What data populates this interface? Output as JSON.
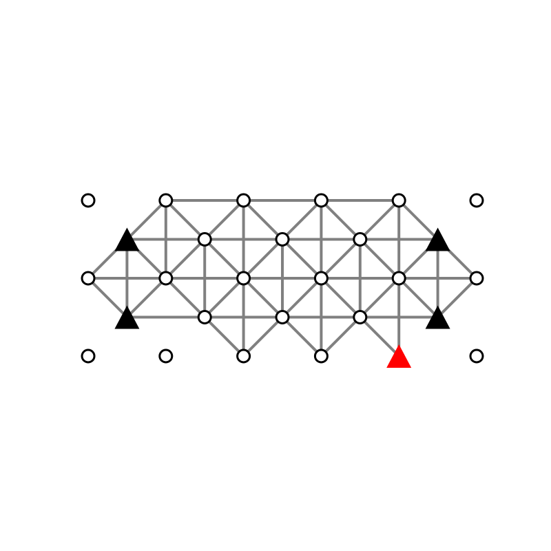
{
  "diagram": {
    "type": "lattice-graph",
    "colors": {
      "edge": "#808080",
      "node_fill": "#ffffff",
      "node_stroke": "#000000",
      "marker": "#000000",
      "highlight_marker": "#ff0000",
      "background": "#ffffff"
    },
    "nodes": [
      {
        "id": "n0",
        "col": 0,
        "row": 0,
        "kind": "circle"
      },
      {
        "id": "n1",
        "col": 2,
        "row": 0,
        "kind": "circle"
      },
      {
        "id": "n2",
        "col": 4,
        "row": 0,
        "kind": "circle"
      },
      {
        "id": "n3",
        "col": 6,
        "row": 0,
        "kind": "circle"
      },
      {
        "id": "n4",
        "col": 8,
        "row": 0,
        "kind": "circle"
      },
      {
        "id": "n5",
        "col": 10,
        "row": 0,
        "kind": "circle"
      },
      {
        "id": "t0",
        "col": 1,
        "row": 1,
        "kind": "triangle"
      },
      {
        "id": "n6",
        "col": 3,
        "row": 1,
        "kind": "circle"
      },
      {
        "id": "n7",
        "col": 5,
        "row": 1,
        "kind": "circle"
      },
      {
        "id": "n8",
        "col": 7,
        "row": 1,
        "kind": "circle"
      },
      {
        "id": "t1",
        "col": 9,
        "row": 1,
        "kind": "triangle"
      },
      {
        "id": "n9",
        "col": 0,
        "row": 2,
        "kind": "circle"
      },
      {
        "id": "n10",
        "col": 2,
        "row": 2,
        "kind": "circle"
      },
      {
        "id": "n11",
        "col": 4,
        "row": 2,
        "kind": "circle"
      },
      {
        "id": "n12",
        "col": 6,
        "row": 2,
        "kind": "circle"
      },
      {
        "id": "n13",
        "col": 8,
        "row": 2,
        "kind": "circle"
      },
      {
        "id": "n14",
        "col": 10,
        "row": 2,
        "kind": "circle"
      },
      {
        "id": "t2",
        "col": 1,
        "row": 3,
        "kind": "triangle"
      },
      {
        "id": "n15",
        "col": 3,
        "row": 3,
        "kind": "circle"
      },
      {
        "id": "n16",
        "col": 5,
        "row": 3,
        "kind": "circle"
      },
      {
        "id": "n17",
        "col": 7,
        "row": 3,
        "kind": "circle"
      },
      {
        "id": "t3",
        "col": 9,
        "row": 3,
        "kind": "triangle"
      },
      {
        "id": "n18",
        "col": 0,
        "row": 4,
        "kind": "circle"
      },
      {
        "id": "n19",
        "col": 2,
        "row": 4,
        "kind": "circle"
      },
      {
        "id": "n20",
        "col": 4,
        "row": 4,
        "kind": "circle"
      },
      {
        "id": "n21",
        "col": 6,
        "row": 4,
        "kind": "circle"
      },
      {
        "id": "t4",
        "col": 8,
        "row": 4,
        "kind": "triangle-highlight"
      },
      {
        "id": "n22",
        "col": 10,
        "row": 4,
        "kind": "circle"
      }
    ],
    "edges": [
      [
        "n1",
        "n2"
      ],
      [
        "n2",
        "n3"
      ],
      [
        "n3",
        "n4"
      ],
      [
        "t0",
        "n6"
      ],
      [
        "n6",
        "n7"
      ],
      [
        "n7",
        "n8"
      ],
      [
        "n8",
        "t1"
      ],
      [
        "n9",
        "n10"
      ],
      [
        "n10",
        "n11"
      ],
      [
        "n11",
        "n12"
      ],
      [
        "n12",
        "n13"
      ],
      [
        "n13",
        "n14"
      ],
      [
        "t2",
        "n15"
      ],
      [
        "n15",
        "n16"
      ],
      [
        "n16",
        "n17"
      ],
      [
        "n17",
        "t3"
      ],
      [
        "n1",
        "n10"
      ],
      [
        "n2",
        "n11"
      ],
      [
        "n3",
        "n12"
      ],
      [
        "n4",
        "n13"
      ],
      [
        "t0",
        "t2"
      ],
      [
        "n6",
        "n15"
      ],
      [
        "n7",
        "n16"
      ],
      [
        "n8",
        "n17"
      ],
      [
        "t1",
        "t3"
      ],
      [
        "n11",
        "n20"
      ],
      [
        "n12",
        "n21"
      ],
      [
        "n13",
        "t4"
      ],
      [
        "n1",
        "t0"
      ],
      [
        "n1",
        "n6"
      ],
      [
        "n2",
        "n6"
      ],
      [
        "n2",
        "n7"
      ],
      [
        "n3",
        "n7"
      ],
      [
        "n3",
        "n8"
      ],
      [
        "n4",
        "n8"
      ],
      [
        "n4",
        "t1"
      ],
      [
        "t0",
        "n9"
      ],
      [
        "t0",
        "n10"
      ],
      [
        "n6",
        "n10"
      ],
      [
        "n6",
        "n11"
      ],
      [
        "n7",
        "n11"
      ],
      [
        "n7",
        "n12"
      ],
      [
        "n8",
        "n12"
      ],
      [
        "n8",
        "n13"
      ],
      [
        "t1",
        "n13"
      ],
      [
        "t1",
        "n14"
      ],
      [
        "n9",
        "t2"
      ],
      [
        "n10",
        "t2"
      ],
      [
        "n10",
        "n15"
      ],
      [
        "n11",
        "n15"
      ],
      [
        "n11",
        "n16"
      ],
      [
        "n12",
        "n16"
      ],
      [
        "n12",
        "n17"
      ],
      [
        "n13",
        "n17"
      ],
      [
        "n13",
        "t3"
      ],
      [
        "n14",
        "t3"
      ],
      [
        "n15",
        "n20"
      ],
      [
        "n16",
        "n20"
      ],
      [
        "n16",
        "n21"
      ],
      [
        "n17",
        "n21"
      ],
      [
        "n17",
        "t4"
      ]
    ]
  }
}
